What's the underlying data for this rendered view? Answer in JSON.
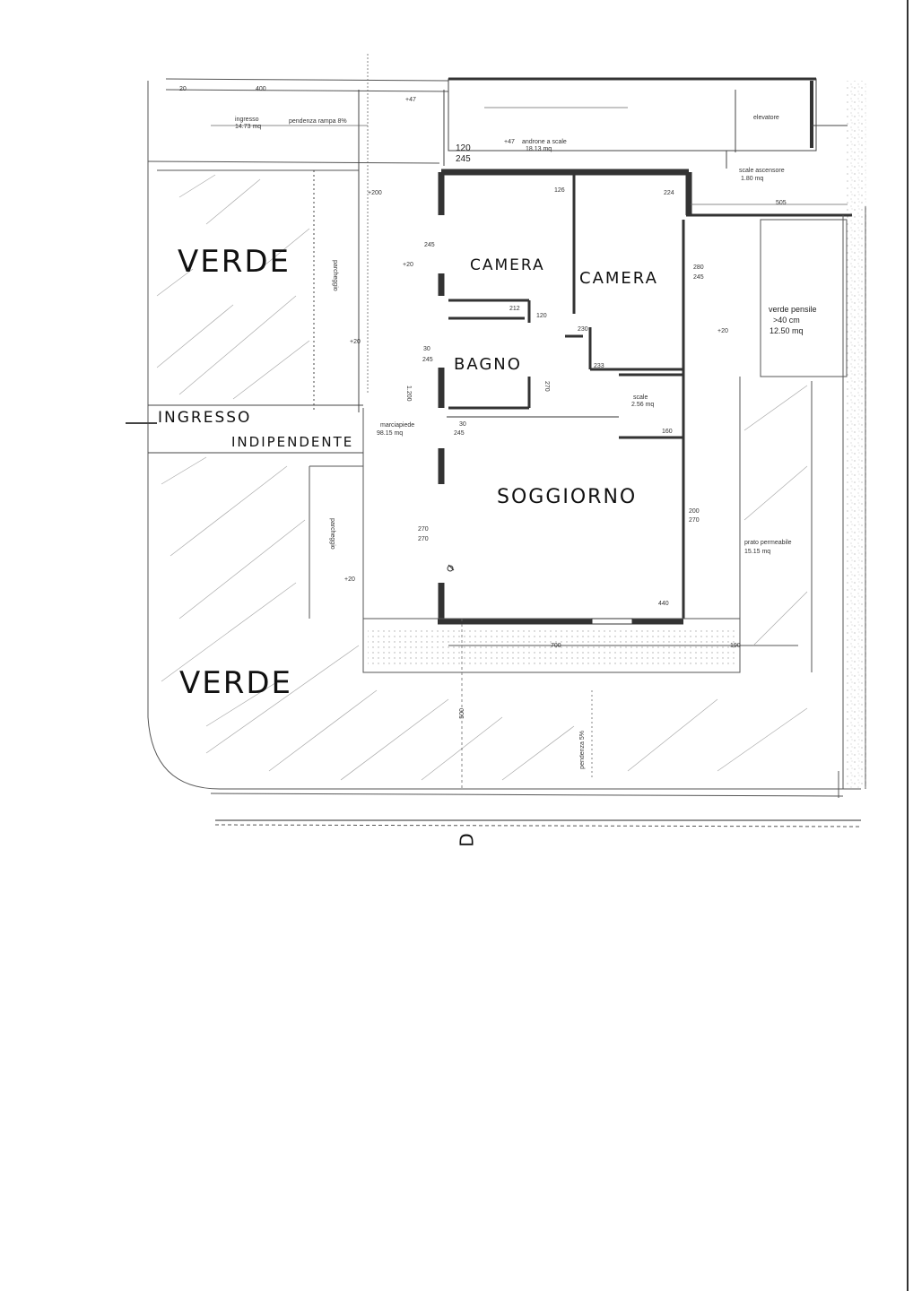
{
  "rooms": {
    "verde_top": "VERDE",
    "verde_bottom": "VERDE",
    "camera_left": "CAMERA",
    "camera_right": "CAMERA",
    "bagno": "BAGNO",
    "soggiorno": "SOGGIORNO",
    "ingresso": "INGRESSO",
    "indipendente": "INDIPENDENTE"
  },
  "compass": "D",
  "notes": {
    "verde_pensile_1": "verde pensile",
    "verde_pensile_2": ">40 cm",
    "verde_pensile_3": "12.50 mq",
    "prato_permeabile_1": "prato permeabile",
    "prato_permeabile_2": "15.15 mq",
    "marciapiede_1": "marciapiede",
    "marciapiede_2": "98.15 mq",
    "scale_1": "scale",
    "scale_2": "2.56 mq",
    "ingresso_rampa_1": "ingresso",
    "ingresso_rampa_2": "14.73 mq",
    "pendenza_rampa": "pendenza rampa 8%",
    "androne_1": "androne a scale",
    "androne_2": "18.13 mq",
    "ascensore": "elevatore",
    "scale_top_1": "scale ascensore",
    "scale_top_2": "1.80 mq",
    "pendenza_bottom": "pendenza 5%",
    "parcheggio_left": "parcheggio",
    "parcheggio_left2": "parcheggio"
  },
  "dimensions": {
    "d120": "120",
    "d245a": "245",
    "d47a": "+47",
    "d47b": "+47",
    "d20a": "+20",
    "d20b": "+20",
    "d20c": "+20",
    "d20d": "+20",
    "d200a": "+200",
    "d1200": "1.200",
    "d245b": "245",
    "d245c": "245",
    "d245d": "245",
    "d245e": "245",
    "d270a": "270",
    "d270b": "270",
    "d270c": "270",
    "d270d": "270",
    "d280": "280",
    "d230": "230",
    "d233": "233",
    "d160": "160",
    "d440": "440",
    "d30a": "30",
    "d30b": "30",
    "d700": "700",
    "d190": "190",
    "d505": "505",
    "d500": "500",
    "d200b": "200",
    "d224": "224",
    "d126": "126",
    "d212": "212",
    "d120b": "120",
    "d400": "400",
    "d20e": "20"
  }
}
